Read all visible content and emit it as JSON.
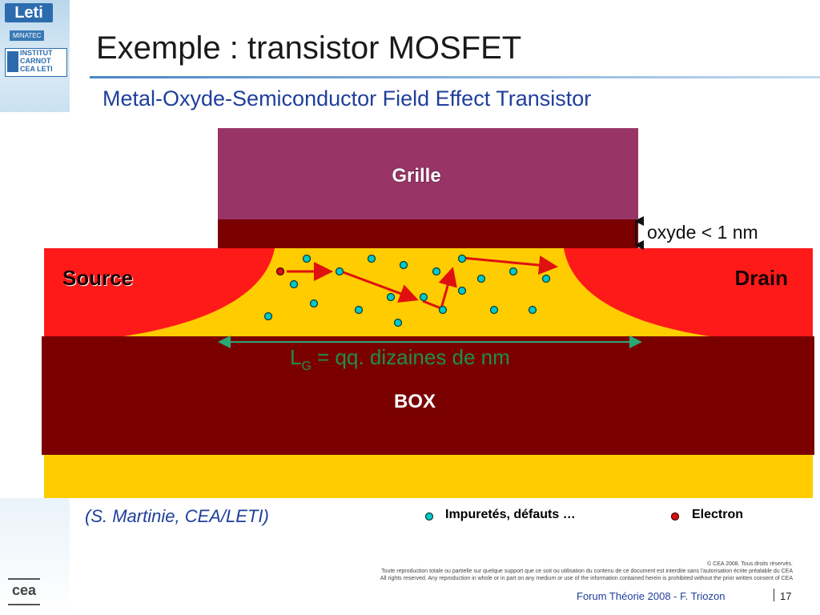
{
  "logos": {
    "leti": "Leti",
    "minatec": "MINATEC",
    "carnot": [
      "INSTITUT",
      "CARNOT",
      "CEA LETI"
    ],
    "cea": "cea"
  },
  "slide": {
    "title": "Exemple : transistor MOSFET",
    "subtitle": "Metal-Oxyde-Semiconductor Field Effect Transistor"
  },
  "diagram": {
    "gate_label": "Grille",
    "oxide_label": "oxyde < 1 nm",
    "source_label": "Source",
    "drain_label": "Drain",
    "length_main": "L",
    "length_sub": "G",
    "length_rest": " = qq. dizaines de nm",
    "box_label": "BOX",
    "colors": {
      "gate": "#983466",
      "oxide": "#7a0000",
      "source_drain": "#ff1a1a",
      "channel": "#ffcc00",
      "box": "#7a0000",
      "substrate": "#ffcc00",
      "impurity": "#00c8c8",
      "electron": "#d41010",
      "length_text": "#1f8f4a"
    }
  },
  "legend": {
    "impurities": "Impuretés, défauts …",
    "electron": "Electron"
  },
  "credit": "(S. Martinie, CEA/LETI)",
  "legal": {
    "copyright": "© CEA 2008. Tous droits réservés.",
    "line_fr": "Toute reproduction totale ou partielle sur quelque support que ce soit ou utilisation du contenu de ce document est interdite sans l'autorisation écrite préalable du CEA",
    "line_en": "All rights reserved. Any reproduction in whole or in part on any medium or use of the information contained herein is prohibited without the prior written consent of CEA"
  },
  "footer": {
    "event": "Forum Théorie 2008 - F. Triozon",
    "page": "17"
  }
}
